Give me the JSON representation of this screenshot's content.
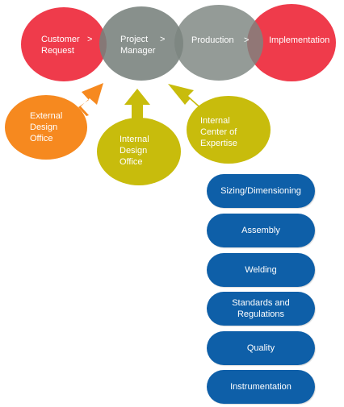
{
  "colors": {
    "red": "#ee2a3c",
    "gray": "#7c8580",
    "orange": "#f6891f",
    "olive": "#c8bc0c",
    "blue": "#0e5fa8"
  },
  "flow": {
    "customer_request": [
      "Customer",
      "Request"
    ],
    "arrow1": ">",
    "project_manager": [
      "Project",
      "Manager"
    ],
    "arrow2": ">",
    "production": "Production",
    "arrow3": ">",
    "implementation": "Implementation"
  },
  "sources": {
    "external": [
      "External",
      "Design",
      "Office"
    ],
    "internal": [
      "Internal",
      "Design",
      "Office"
    ],
    "center": [
      "Internal",
      "Center of",
      "Expertise"
    ]
  },
  "competencies": [
    [
      "Sizing/Dimensioning"
    ],
    [
      "Assembly"
    ],
    [
      "Welding"
    ],
    [
      "Standards and",
      "Regulations"
    ],
    [
      "Quality"
    ],
    [
      "Instrumentation"
    ]
  ]
}
